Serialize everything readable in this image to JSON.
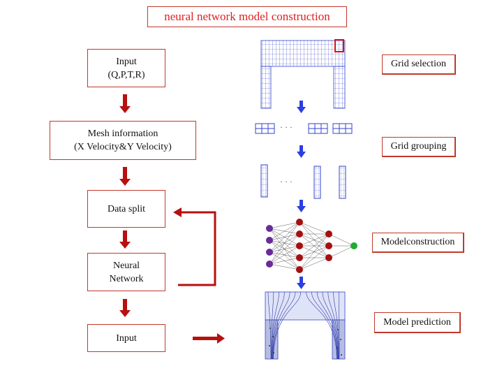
{
  "title": "neural network model construction",
  "flow": {
    "input": {
      "line1": "Input",
      "line2": "(Q,P,T,R)"
    },
    "mesh": {
      "line1": "Mesh information",
      "line2": "(X Velocity&Y Velocity)"
    },
    "split": {
      "label": "Data split"
    },
    "neural": {
      "line1": "Neural",
      "line2": "Network"
    },
    "input2": {
      "label": "Input"
    }
  },
  "steps": {
    "grid_selection": "Grid selection",
    "grid_grouping": "Grid grouping",
    "model_construction": "Modelconstruction",
    "model_prediction": "Model prediction"
  },
  "ellipsis": "· · ·",
  "colors": {
    "arrow_red": "#b80f0f",
    "arrow_blue": "#2a3fe0",
    "grid_blue": "#3344cc",
    "node_purple": "#6a2a9a",
    "node_red": "#a50f0f",
    "node_green": "#22aa33",
    "box_border": "#c0392b"
  }
}
